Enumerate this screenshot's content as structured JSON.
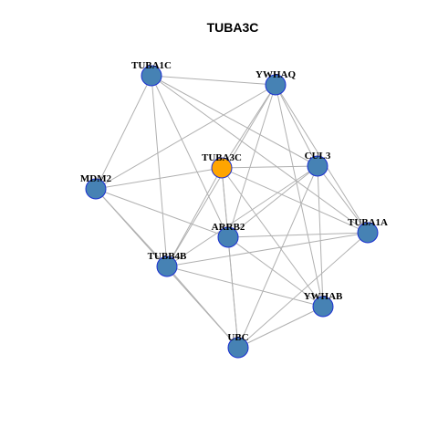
{
  "title": "TUBA3C",
  "colors": {
    "node_default": "#4682b4",
    "node_focus": "#ffa500",
    "node_border": "#1a2fd1",
    "edge": "#b0b0b0"
  },
  "nodes": [
    {
      "id": "TUBA3C",
      "focus": true
    },
    {
      "id": "TUBA1C"
    },
    {
      "id": "YWHAQ"
    },
    {
      "id": "CUL3"
    },
    {
      "id": "MDM2"
    },
    {
      "id": "ARRB2"
    },
    {
      "id": "TUBA1A"
    },
    {
      "id": "TUBB4B"
    },
    {
      "id": "YWHAB"
    },
    {
      "id": "UBC"
    }
  ],
  "edges": [
    [
      "TUBA3C",
      "MDM2"
    ],
    [
      "TUBA3C",
      "CUL3"
    ],
    [
      "TUBA3C",
      "ARRB2"
    ],
    [
      "TUBA3C",
      "TUBB4B"
    ],
    [
      "TUBA3C",
      "TUBA1A"
    ],
    [
      "TUBA3C",
      "YWHAB"
    ],
    [
      "TUBA3C",
      "UBC"
    ],
    [
      "TUBA3C",
      "YWHAQ"
    ],
    [
      "TUBA1C",
      "YWHAQ"
    ],
    [
      "TUBA1C",
      "CUL3"
    ],
    [
      "TUBA1C",
      "TUBA1A"
    ],
    [
      "TUBA1C",
      "MDM2"
    ],
    [
      "TUBA1C",
      "ARRB2"
    ],
    [
      "TUBA1C",
      "TUBB4B"
    ],
    [
      "YWHAQ",
      "MDM2"
    ],
    [
      "YWHAQ",
      "CUL3"
    ],
    [
      "YWHAQ",
      "ARRB2"
    ],
    [
      "YWHAQ",
      "TUBA1A"
    ],
    [
      "YWHAQ",
      "YWHAB"
    ],
    [
      "YWHAQ",
      "TUBB4B"
    ],
    [
      "CUL3",
      "ARRB2"
    ],
    [
      "CUL3",
      "TUBB4B"
    ],
    [
      "CUL3",
      "UBC"
    ],
    [
      "CUL3",
      "TUBA1A"
    ],
    [
      "CUL3",
      "YWHAB"
    ],
    [
      "MDM2",
      "ARRB2"
    ],
    [
      "MDM2",
      "TUBB4B"
    ],
    [
      "MDM2",
      "UBC"
    ],
    [
      "ARRB2",
      "TUBA1A"
    ],
    [
      "ARRB2",
      "YWHAB"
    ],
    [
      "ARRB2",
      "UBC"
    ],
    [
      "TUBA1A",
      "TUBB4B"
    ],
    [
      "TUBA1A",
      "UBC"
    ],
    [
      "TUBB4B",
      "YWHAB"
    ],
    [
      "TUBB4B",
      "UBC"
    ],
    [
      "YWHAB",
      "UBC"
    ]
  ]
}
